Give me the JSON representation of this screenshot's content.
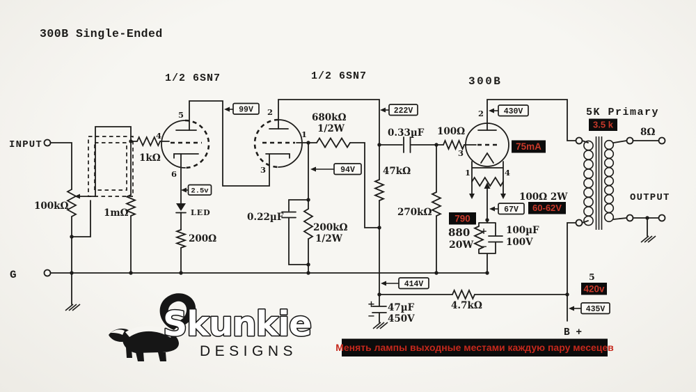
{
  "title": "300B Single-Ended",
  "colors": {
    "paper": "#f5f4f0",
    "ink": "#1d1c1a",
    "red": "#c8392a",
    "banner_red": "#c6281c",
    "callout_bg": "#0c0c0c"
  },
  "tube_labels": {
    "v1": "1/2 6SN7",
    "v2": "1/2 6SN7",
    "v3": "300B"
  },
  "pins": {
    "v1": {
      "grid": "4",
      "plate": "5",
      "cathode": "6"
    },
    "v2": {
      "plate": "2",
      "grid": "1",
      "cathode": "3"
    },
    "v3": {
      "plate": "2",
      "grid": "3",
      "fil_left": "1",
      "fil_right": "4"
    },
    "b_node": "5"
  },
  "terminals": {
    "input": "INPUT",
    "g": "G",
    "b_plus": "B +",
    "output": "OUTPUT"
  },
  "transformer": {
    "primary_label": "5K Primary",
    "primary_actual": "3.5 k",
    "secondary_impedance": "8Ω"
  },
  "voltage_callouts": {
    "v1_plate": "99V",
    "v2_plate": "222V",
    "v3_plate": "430V",
    "v2_grid": "94V",
    "v1_cathode": "2.5v",
    "v3_filament": "67V",
    "b_filtered": "414V",
    "b_raw": "435V"
  },
  "red_callouts": {
    "plate_current": "75mA",
    "filament_actual": "60-62V",
    "cathode_r_actual": "790",
    "b_actual": "420v"
  },
  "components": {
    "r_grid_stop_1": "1kΩ",
    "pot_volume": "100kΩ",
    "r_grid_leak_1": "1mΩ",
    "led": "LED",
    "r_cathode_1": "200Ω",
    "r_plate_feedback": {
      "value": "680kΩ",
      "watt": "1/2W"
    },
    "c_cathode_2": "0.22µF",
    "r_cathode_2": {
      "value": "200kΩ",
      "watt": "1/2W"
    },
    "c_coupling": "0.33µF",
    "r_plate_2": "47kΩ",
    "r_grid_leak_3": "270kΩ",
    "r_grid_stop_3": "100Ω",
    "pot_hum": "100Ω 2W",
    "r_cathode_3": {
      "value": "880",
      "watt": "20W"
    },
    "c_cathode_3": {
      "value": "100µF",
      "volt": "100V"
    },
    "c_filter": {
      "value": "47µF",
      "volt": "450V"
    },
    "r_dropper": "4.7kΩ",
    "plus": "+",
    "minus": "−"
  },
  "logo": {
    "name": "Skunkie",
    "sub": "DESIGNS"
  },
  "banner": "Менять лампы выходные местами каждую пару месецев"
}
